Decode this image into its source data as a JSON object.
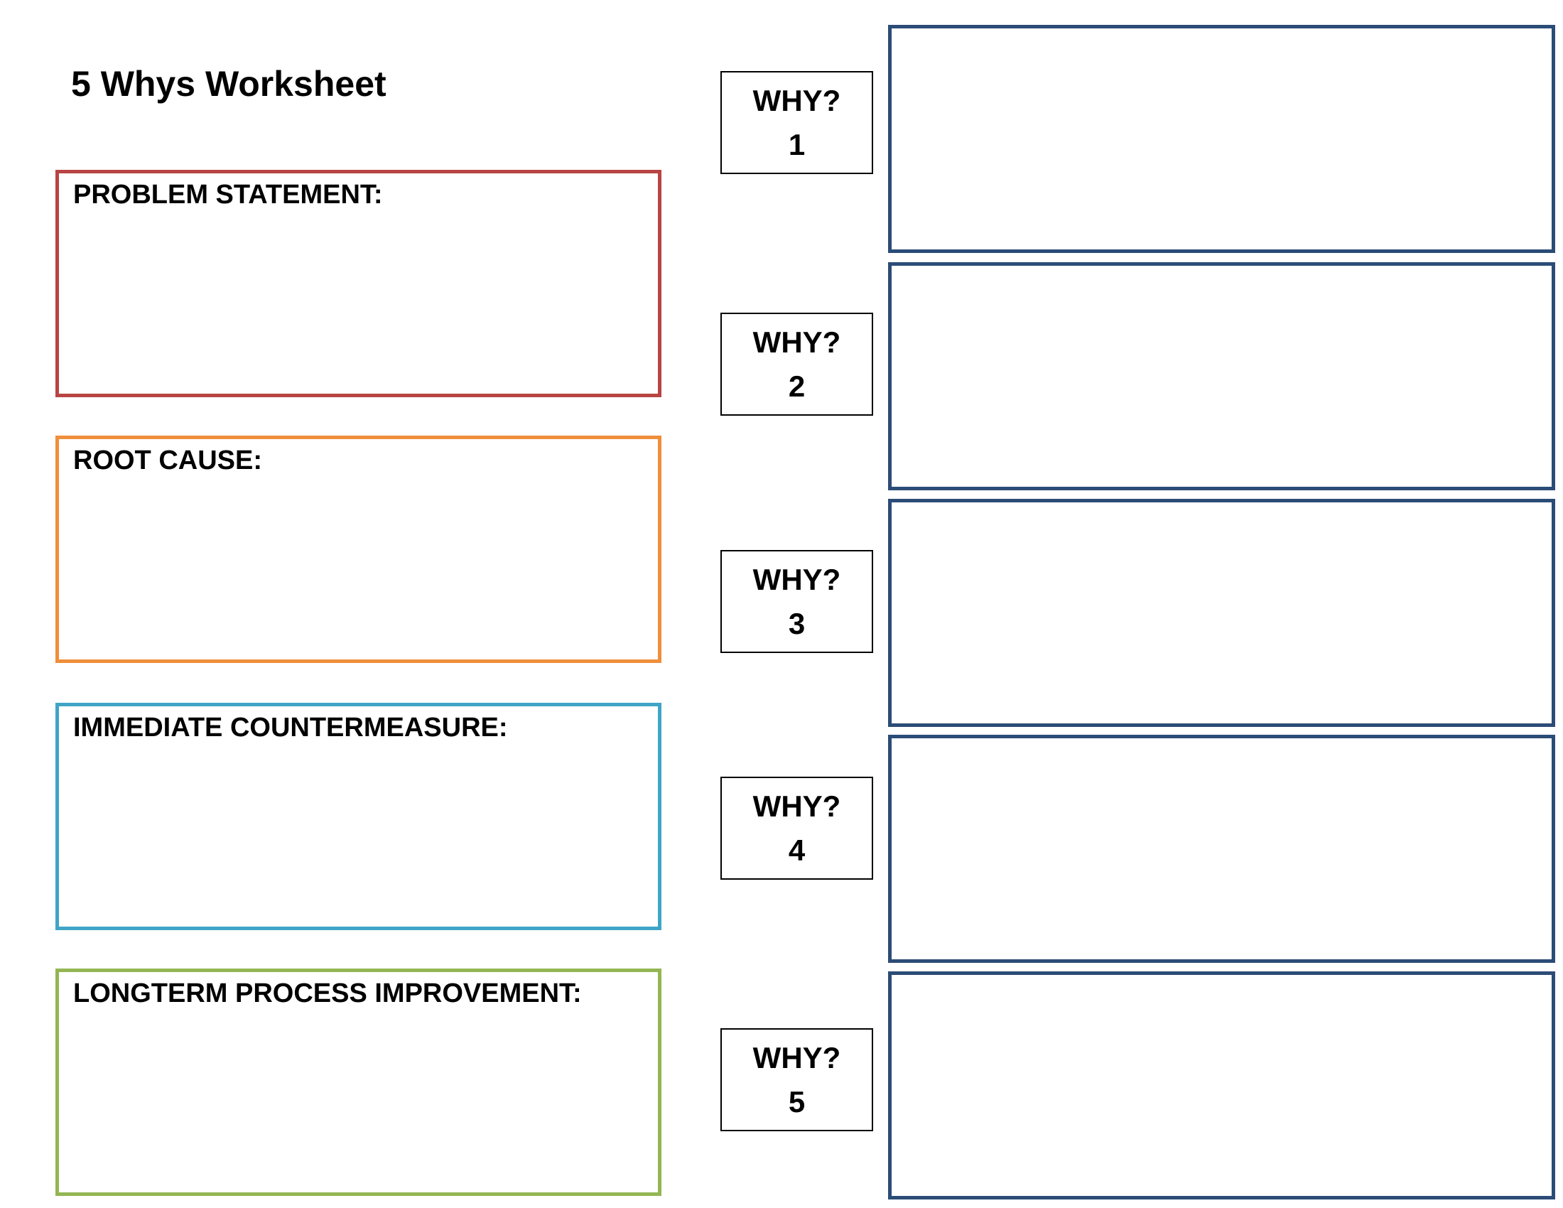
{
  "title": "5 Whys Worksheet",
  "sections": [
    {
      "label": "PROBLEM STATEMENT:",
      "color": "#b84443"
    },
    {
      "label": "ROOT CAUSE:",
      "color": "#ef8f3b"
    },
    {
      "label": "IMMEDIATE COUNTERMEASURE:",
      "color": "#3fa5c7"
    },
    {
      "label": "LONGTERM PROCESS IMPROVEMENT:",
      "color": "#93b653"
    }
  ],
  "whys": [
    {
      "label": "WHY?",
      "number": "1"
    },
    {
      "label": "WHY?",
      "number": "2"
    },
    {
      "label": "WHY?",
      "number": "3"
    },
    {
      "label": "WHY?",
      "number": "4"
    },
    {
      "label": "WHY?",
      "number": "5"
    }
  ],
  "why_box_color": "#2b4c77"
}
